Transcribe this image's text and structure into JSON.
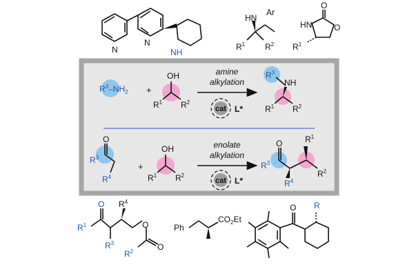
{
  "colors": {
    "frame": "#a6a6a6",
    "panel_bg": "#e7e7e7",
    "divider": "#8e9cd6",
    "amine_blue": "#8ec7ee",
    "alcohol_pink": "#f3a6cf",
    "blue_text": "#2156a5",
    "ink": "#111111",
    "cat_fill": "#9d9d9d"
  },
  "top_molecules": {
    "bipyridine_piperidine": {
      "n1": "N",
      "n2": "N",
      "nh": "NH"
    },
    "chiral_amine": {
      "nh": "HN",
      "ar": "Ar",
      "r1": "R",
      "r1_sup": "1",
      "r2": "R",
      "r2_sup": "2"
    },
    "oxazolidinone": {
      "o": "O",
      "hn": "HN",
      "o_ring": "O",
      "r1": "R",
      "r1_sup": "1"
    }
  },
  "amine_reaction": {
    "amine": {
      "r": "R",
      "sup": "3",
      "dash_nh": "–NH",
      "sub": "2"
    },
    "plus": "+",
    "alcohol": {
      "oh": "OH",
      "r1": "R",
      "r1_sup": "1",
      "r2": "R",
      "r2_sup": "2"
    },
    "arrow_line1": "amine",
    "arrow_line2": "alkylation",
    "catalyst": "cat",
    "ligand": "L*",
    "product": {
      "r3": "R",
      "r3_sup": "3",
      "nh": "NH",
      "r1": "R",
      "r1_sup": "1",
      "r2": "R",
      "r2_sup": "2"
    }
  },
  "enolate_reaction": {
    "ketone": {
      "o": "O",
      "r3": "R",
      "r3_sup": "3",
      "r4": "R",
      "r4_sup": "4"
    },
    "plus": "+",
    "alcohol": {
      "oh": "OH",
      "r1": "R",
      "r1_sup": "1",
      "r2": "R",
      "r2_sup": "2"
    },
    "arrow_line1": "enolate",
    "arrow_line2": "alkylation",
    "catalyst": "cat",
    "ligand": "L*",
    "product": {
      "o": "O",
      "r3": "R",
      "r3_sup": "3",
      "r4": "R",
      "r4_sup": "4",
      "r1": "R",
      "r1_sup": "1",
      "r2": "R",
      "r2_sup": "2"
    }
  },
  "bottom_molecules": {
    "ester_ketone": {
      "o_top": "O",
      "r4": "R",
      "r4_sup": "4",
      "r1": "R",
      "r1_sup": "1",
      "r3": "R",
      "r3_sup": "3",
      "o_ester": "O",
      "r2": "R",
      "r2_sup": "2",
      "o_carbonyl": "O"
    },
    "ethyl_ester": {
      "ph": "Ph",
      "co2et": "CO",
      "sub2": "2",
      "et": "Et"
    },
    "aryl_ketone": {
      "o": "O",
      "r": "R"
    }
  }
}
